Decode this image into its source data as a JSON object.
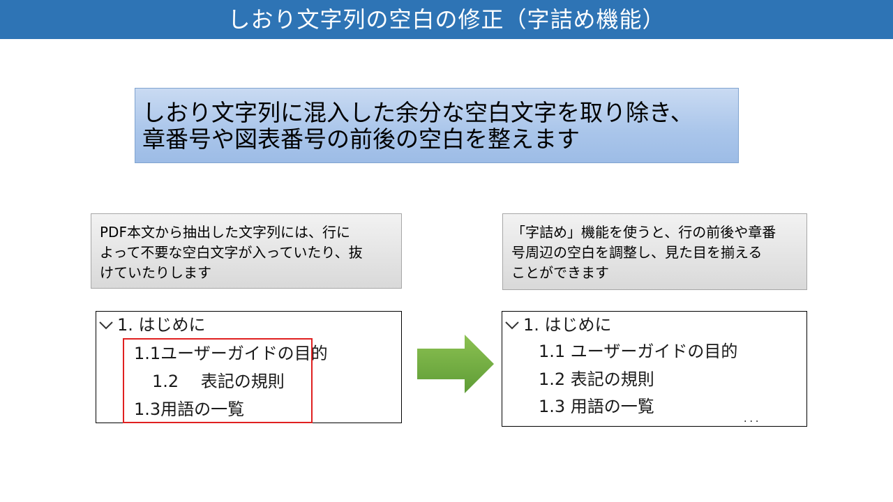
{
  "header": {
    "title": "しおり文字列の空白の修正（字詰め機能）"
  },
  "summary": {
    "lines": [
      "しおり文字列に混入した余分な空白文字を取り除き、",
      "章番号や図表番号の前後の空白を整えます"
    ]
  },
  "notes": {
    "left": {
      "lines": [
        "PDF本文から抽出した文字列には、行に",
        "よって不要な空白文字が入っていたり、抜",
        "けていたりします"
      ]
    },
    "right": {
      "lines": [
        "「字詰め」機能を使うと、行の前後や章番",
        "号周辺の空白を調整し、見た目を揃える",
        "ことができます"
      ]
    }
  },
  "before_tree": {
    "items": [
      {
        "label": "1. はじめに"
      },
      {
        "label": "1.1ユーザーガイドの目的"
      },
      {
        "label": "1.2　 表記の規則"
      },
      {
        "label": "1.3用語の一覧"
      }
    ]
  },
  "after_tree": {
    "items": [
      {
        "label": "1. はじめに"
      },
      {
        "label": "1.1 ユーザーガイドの目的"
      },
      {
        "label": "1.2 表記の規則"
      },
      {
        "label": "1.3 用語の一覧"
      }
    ]
  },
  "colors": {
    "title_bar": "#2e74b5",
    "summary_fill": "#a9c5ea",
    "highlight_border": "#e02020",
    "arrow_green": "#70ad47"
  },
  "icons": {
    "expand": "chevron-down-icon",
    "arrow": "arrow-right-icon"
  }
}
